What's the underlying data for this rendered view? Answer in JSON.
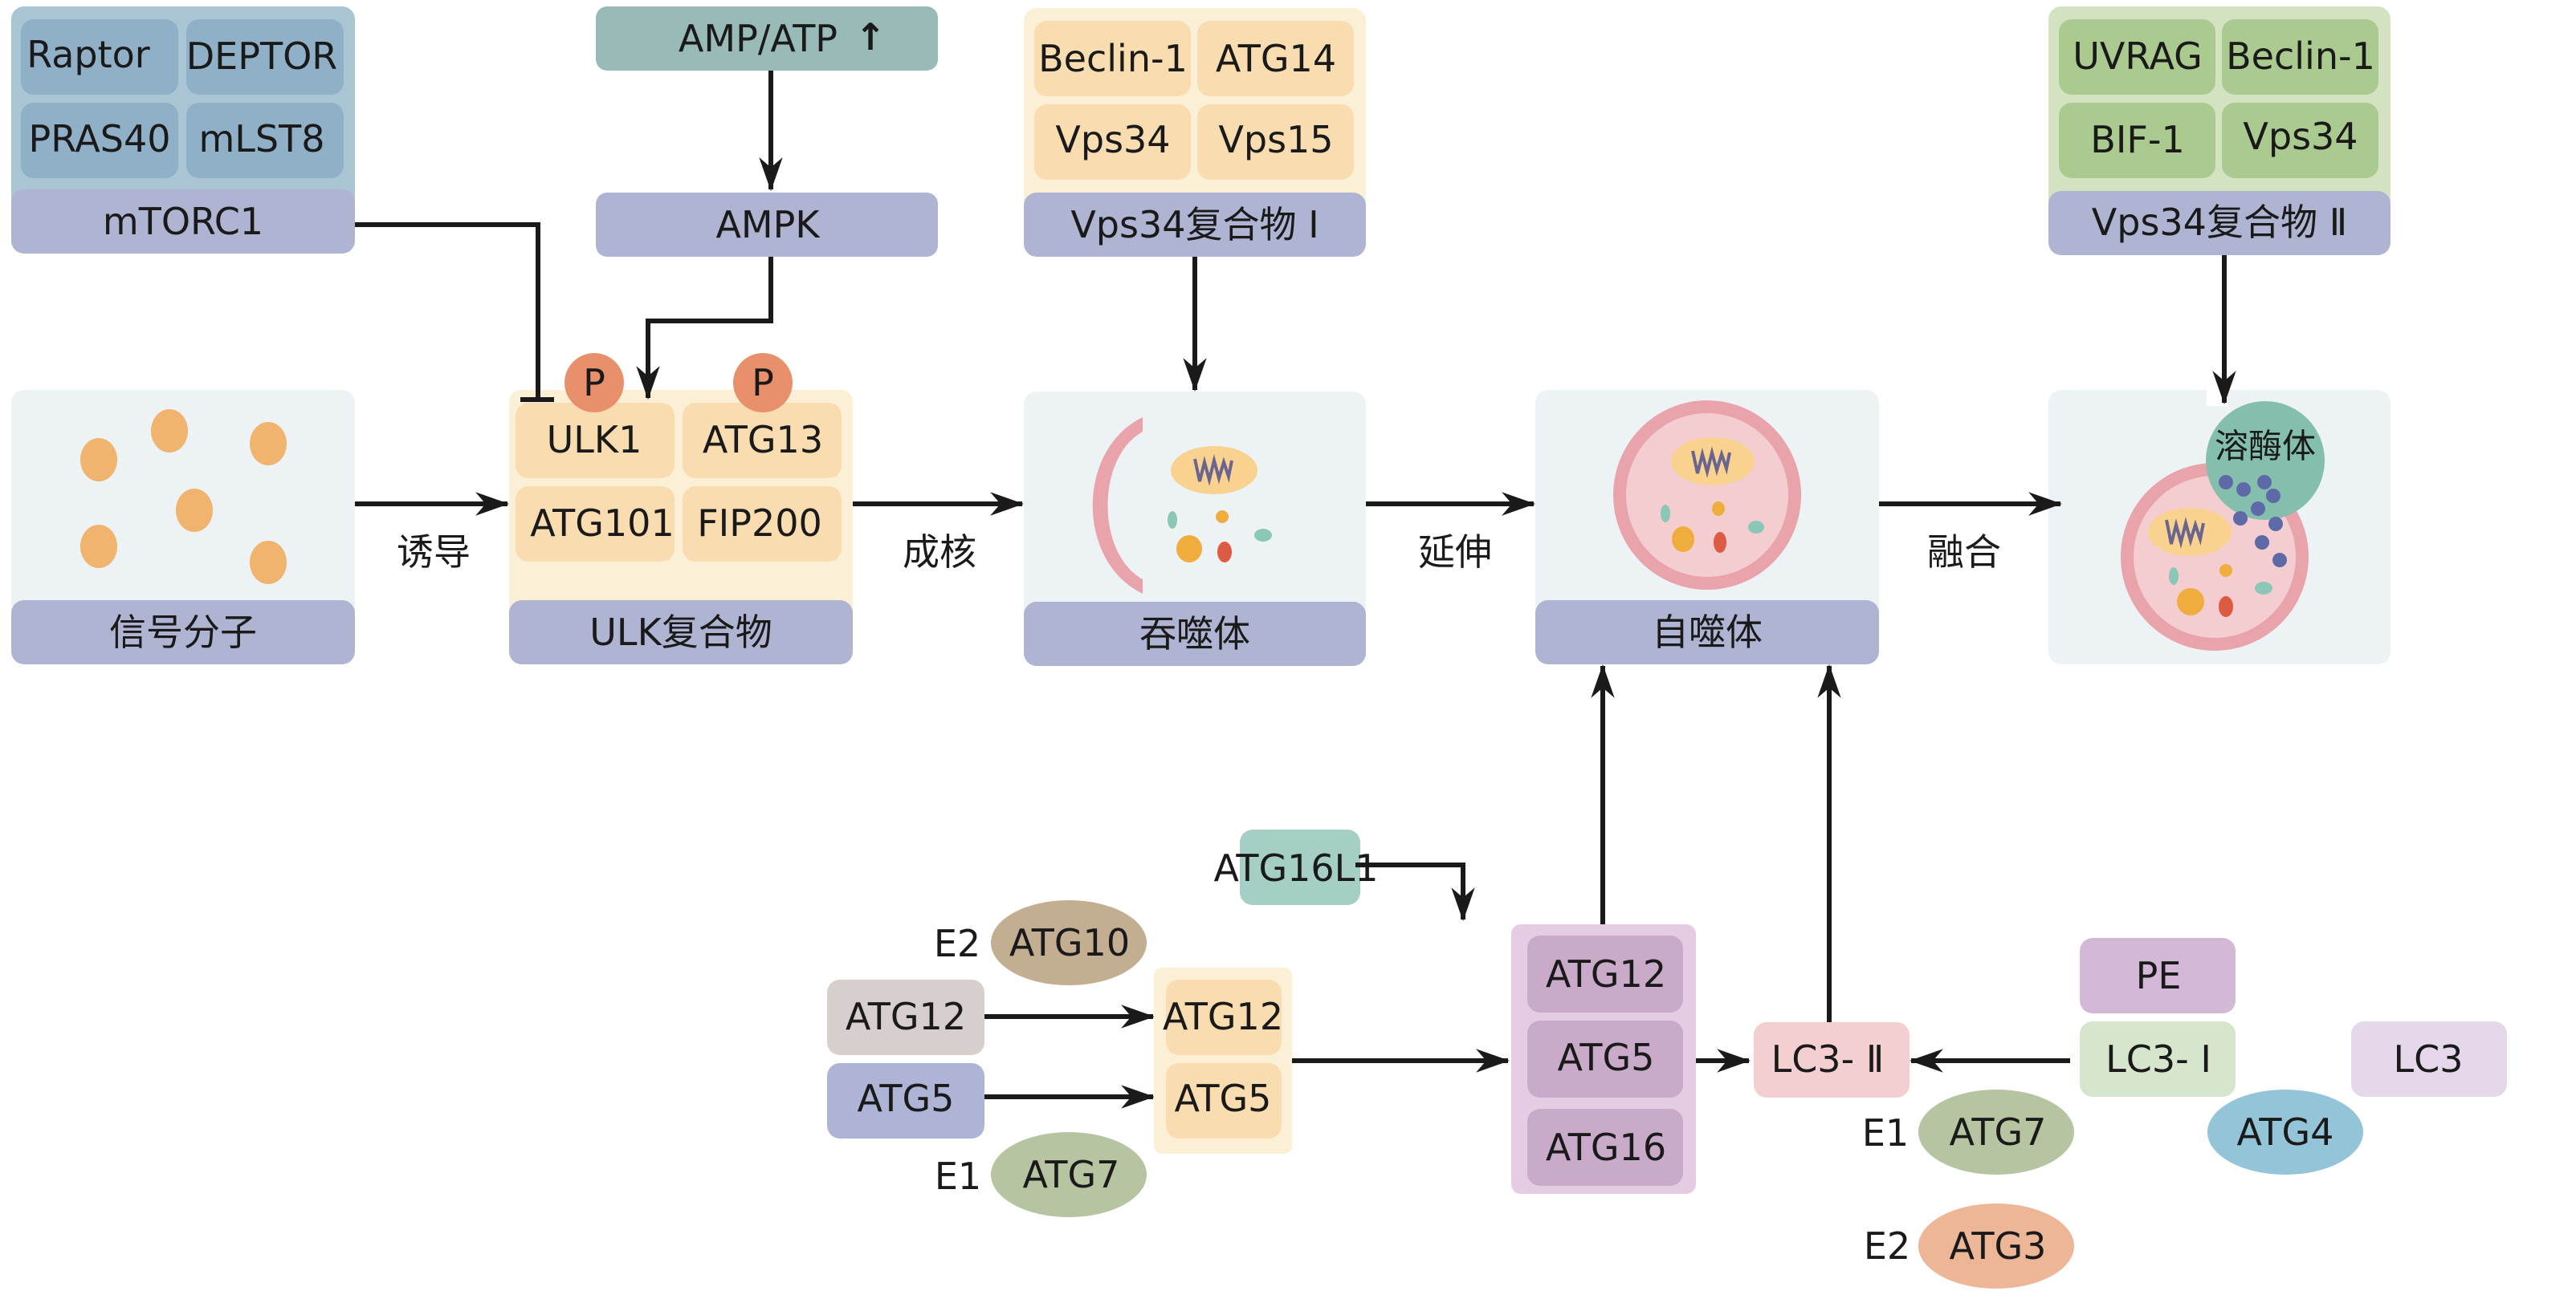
{
  "colors": {
    "complex_bg_blue": "#a9c5d3",
    "subunit_blue": "#8fb0c6",
    "label_bar": "#b0b4d3",
    "complex_bg_yellow": "#fbf0d6",
    "subunit_yellow": "#f9dcb0",
    "complex_bg_green": "#d3e2c1",
    "subunit_green": "#aaca8f",
    "stage_bg": "#edf2f4",
    "teal": "#98bbb7",
    "phospho": "#e88f6c",
    "signal_dot": "#f0b46e",
    "membrane": "#e8a4aa",
    "lumen": "#f4cdd1",
    "lysosome": "#84bfae",
    "enzyme_dot": "#5e6aa8",
    "mito": "#f8d28e",
    "mito_wave": "#6a6590",
    "dot_orange": "#efad3e",
    "dot_red": "#dd5a43",
    "dot_teal": "#8bc7b6",
    "atg16l1": "#a5cfc5",
    "atg12_gray": "#d6cfcd",
    "atg5_blue": "#adb4d6",
    "conj_bg": "#e4cde3",
    "conj_sub": "#c9abc9",
    "lc3ii": "#f4cfd2",
    "pe": "#d3b9d7",
    "lc3i": "#d6e6cd",
    "lc3": "#e4d8ea",
    "atg10": "#c3ae92",
    "atg7": "#b6c4a1",
    "atg3": "#ecb697",
    "atg4": "#93c4d7"
  },
  "mtorc1": {
    "subunits": [
      "Raptor",
      "DEPTOR",
      "PRAS40",
      "mLST8"
    ],
    "label": "mTORC1"
  },
  "amp_atp": {
    "label": "AMP/ATP",
    "arrow": "↑"
  },
  "ampk": {
    "label": "AMPK"
  },
  "vps34_c1": {
    "subunits": [
      "Beclin-1",
      "ATG14",
      "Vps34",
      "Vps15"
    ],
    "label": "Vps34复合物 Ⅰ"
  },
  "vps34_c2": {
    "subunits": [
      "UVRAG",
      "Beclin-1",
      "BIF-1",
      "Vps34"
    ],
    "label": "Vps34复合物 Ⅱ"
  },
  "ulk": {
    "subunits": [
      "ULK1",
      "ATG13",
      "ATG101",
      "FIP200"
    ],
    "label": "ULK复合物",
    "phospho": "P"
  },
  "stages": {
    "signal": "信号分子",
    "phagophore": "吞噬体",
    "autophagosome": "自噬体",
    "lysosome": "溶酶体"
  },
  "steps": {
    "induction": "诱导",
    "nucleation": "成核",
    "elongation": "延伸",
    "fusion": "融合"
  },
  "conjugation": {
    "atg16l1": "ATG16L1",
    "atg12": "ATG12",
    "atg5": "ATG5",
    "pair": [
      "ATG12",
      "ATG5"
    ],
    "complex": [
      "ATG12",
      "ATG5",
      "ATG16"
    ],
    "e2_atg10": {
      "role": "E2",
      "name": "ATG10"
    },
    "e1_atg7_left": {
      "role": "E1",
      "name": "ATG7"
    }
  },
  "lc3_system": {
    "lc3ii": "LC3- Ⅱ",
    "pe": "PE",
    "lc3i": "LC3- Ⅰ",
    "lc3": "LC3",
    "e1_atg7": {
      "role": "E1",
      "name": "ATG7"
    },
    "e2_atg3": {
      "role": "E2",
      "name": "ATG3"
    },
    "atg4": "ATG4"
  }
}
